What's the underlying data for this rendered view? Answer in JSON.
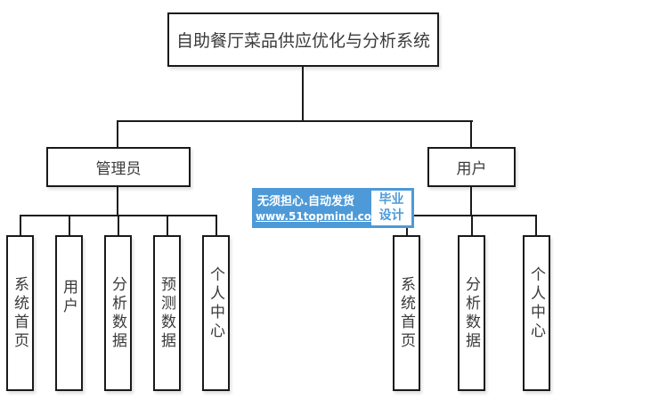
{
  "diagram": {
    "root": {
      "label": "自助餐厅菜品供应优化与分析系统"
    },
    "branches": [
      {
        "label": "管理员",
        "children": [
          "系统首页",
          "用户",
          "分析数据",
          "预测数据",
          "个人中心"
        ]
      },
      {
        "label": "用户",
        "children": [
          "系统首页",
          "分析数据",
          "个人中心"
        ]
      }
    ]
  },
  "watermark": {
    "line1": "无须担心.自动发货",
    "line2": "www.51topmind.com",
    "badge_line1": "毕业",
    "badge_line2": "设计",
    "color": "#4e9ad8"
  }
}
